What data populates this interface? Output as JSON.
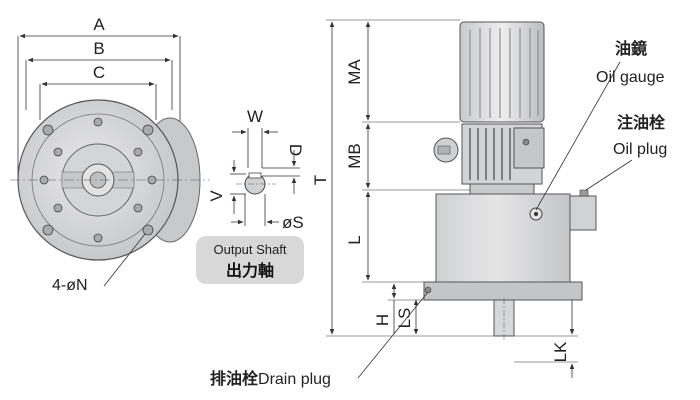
{
  "colors": {
    "body_fill": "#d9dadb",
    "body_stroke": "#555555",
    "dark_fill": "#b3b4b6",
    "caption_box": "#d8d8d8",
    "line": "#333333"
  },
  "front_view": {
    "dim_a": "A",
    "dim_b": "B",
    "dim_c": "C",
    "holes_label": "4-øN"
  },
  "output_shaft": {
    "dim_w": "W",
    "dim_d": "D",
    "dim_v": "V",
    "dim_s": "øS",
    "caption_en": "Output Shaft",
    "caption_zh": "出力軸"
  },
  "side_view": {
    "dim_t": "T",
    "dim_ma": "MA",
    "dim_mb": "MB",
    "dim_l": "L",
    "dim_h": "H",
    "dim_ls": "LS",
    "dim_lk": "LK"
  },
  "callouts": {
    "oil_gauge_zh": "油鏡",
    "oil_gauge_en": "Oil gauge",
    "oil_plug_zh": "注油栓",
    "oil_plug_en": "Oil plug",
    "drain_plug_zh": "排油栓",
    "drain_plug_en": "Drain plug"
  }
}
